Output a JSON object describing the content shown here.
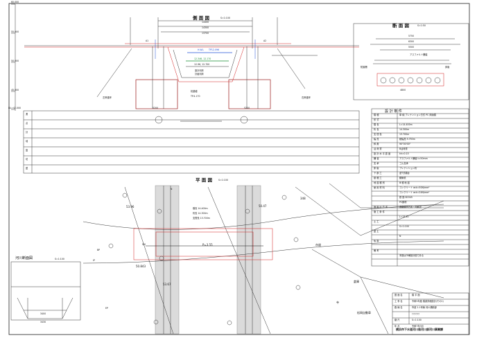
{
  "left_axis": {
    "levels": [
      "60.000",
      "55.000",
      "50.000",
      "45.000",
      "DL=42.000"
    ]
  },
  "side_view": {
    "title": "側 面 図",
    "scale": "S=1:100",
    "dims": [
      "14400",
      "14300",
      "13700"
    ],
    "labels": {
      "a1": "A1",
      "a2": "A2",
      "hwl": "H.W.L",
      "hwl_value": "TP12.096",
      "river_bed": "12.346, 12.170",
      "level_mid": "12.96, 12.700",
      "design_note": "設計河床",
      "plan_note": "計画河床",
      "foundation": "杭基礎",
      "foundation_value": "TP.4.170",
      "left_note": "左岸護岸",
      "right_note": "右岸護岸",
      "box_value": "5200",
      "box_value2": "5200"
    }
  },
  "profile_rows": [
    "測",
    "点",
    "計",
    "地",
    "盤",
    "切",
    "盛"
  ],
  "plan_view": {
    "title": "平 面 図",
    "scale": "S=1:100",
    "dims": [
      "橋長 14.400m",
      "桁長 14.300m",
      "支間長 13.700m"
    ],
    "labels": {
      "sta1": "53.96",
      "sta2": "50.47",
      "sta3": "50.843",
      "sta4": "53.67",
      "arrow": "P=3.55",
      "ip": "IP",
      "bp": "BP",
      "ep": "EP",
      "sm": "SM",
      "n": "N",
      "road": "市道",
      "lot": "348",
      "bldg1": "寺",
      "bldg2": "倉庫",
      "bldg3": "松岡自動車"
    }
  },
  "river_section": {
    "title": "河川断面図",
    "scale": "S=1:100",
    "dims": [
      "3400",
      "3430"
    ]
  },
  "cross_section": {
    "title": "断 面 図",
    "scale": "S=1:50",
    "dims": [
      "5750",
      "6300",
      "5500",
      "4800"
    ],
    "labels": [
      "アスファルト舗装",
      "防護柵",
      "床版"
    ]
  },
  "spec_table": {
    "title": "設 計 条 件",
    "rows": [
      [
        "橋 種",
        "単 純 プレテンション方式 PC 床版橋"
      ],
      [
        "形 式",
        ""
      ],
      [
        "橋 長",
        "L=14.400m"
      ],
      [
        "桁 長",
        "14.300m"
      ],
      [
        "支 間 長",
        "13.700m"
      ],
      [
        "幅 員",
        "総幅員 5.750m"
      ],
      [
        "斜 角",
        "90°00'00\""
      ],
      [
        "活 荷 重",
        "B活荷重"
      ],
      [
        "設 計 水 平 震 度",
        "kh=0.15"
      ],
      [
        "舗 装",
        "アスファルト舗装 t=50mm"
      ],
      [
        "支 承",
        "ゴム支承"
      ],
      [
        "床 版",
        "プレテンション桁"
      ],
      [
        "下 部 工",
        "逆T式橋台"
      ],
      [
        "基 礎 工",
        "鋼管杭"
      ],
      [
        "地 盤 種 別",
        "Ⅲ 種 地 盤"
      ],
      [
        "使 用 材 料",
        "コンクリート σck=50N/mm²"
      ],
      [
        "",
        "コンクリート σck=24N/mm²"
      ],
      [
        "",
        "鉄 筋 SD345"
      ],
      [
        "",
        "PC鋼材"
      ],
      [
        "適 用 示 方 書",
        "道路橋示方書・同解説"
      ],
      [
        "施 工 条 件",
        ""
      ],
      [
        "",
        "L=14.40"
      ],
      [
        "土 工",
        ""
      ],
      [
        "",
        "S=1:100"
      ],
      [
        "盛 土",
        ""
      ],
      [
        "",
        "N"
      ],
      [
        "仮 設",
        ""
      ],
      [
        "",
        ""
      ],
      [
        "備 考",
        ""
      ],
      [
        "",
        "本図は予備設計図である"
      ]
    ]
  },
  "title_block": {
    "rows": [
      [
        "図 面 名",
        "橋 平 面"
      ],
      [
        "工 事 名",
        "令和5年度 橋梁詳細設計(その1)"
      ],
      [
        "路 線 名",
        "市道 2-1号線 河川横断部"
      ],
      [
        "",
        "○○○○"
      ],
      [
        "縮 尺",
        "S=1:100"
      ],
      [
        "年 月",
        "令和7年3月"
      ]
    ],
    "footer": "横浜市下水道河川局河川部河川事業課"
  }
}
